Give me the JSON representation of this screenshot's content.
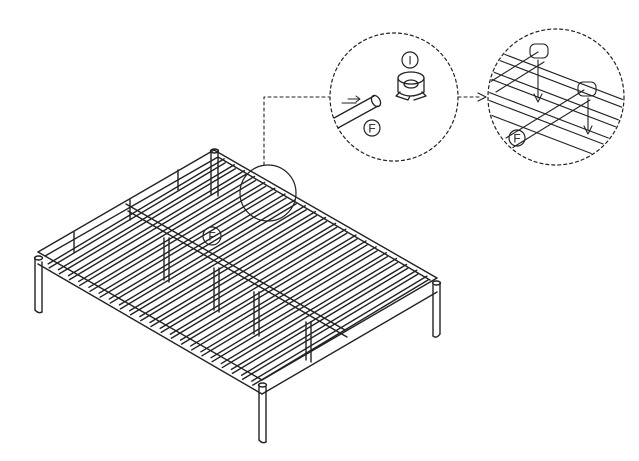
{
  "diagram": {
    "part_main": "F",
    "detail_left": {
      "part_tube": "F",
      "part_clip": "I"
    },
    "detail_right": {
      "part_tube": "F"
    }
  },
  "colors": {
    "ink": "#222222",
    "background": "#ffffff"
  }
}
